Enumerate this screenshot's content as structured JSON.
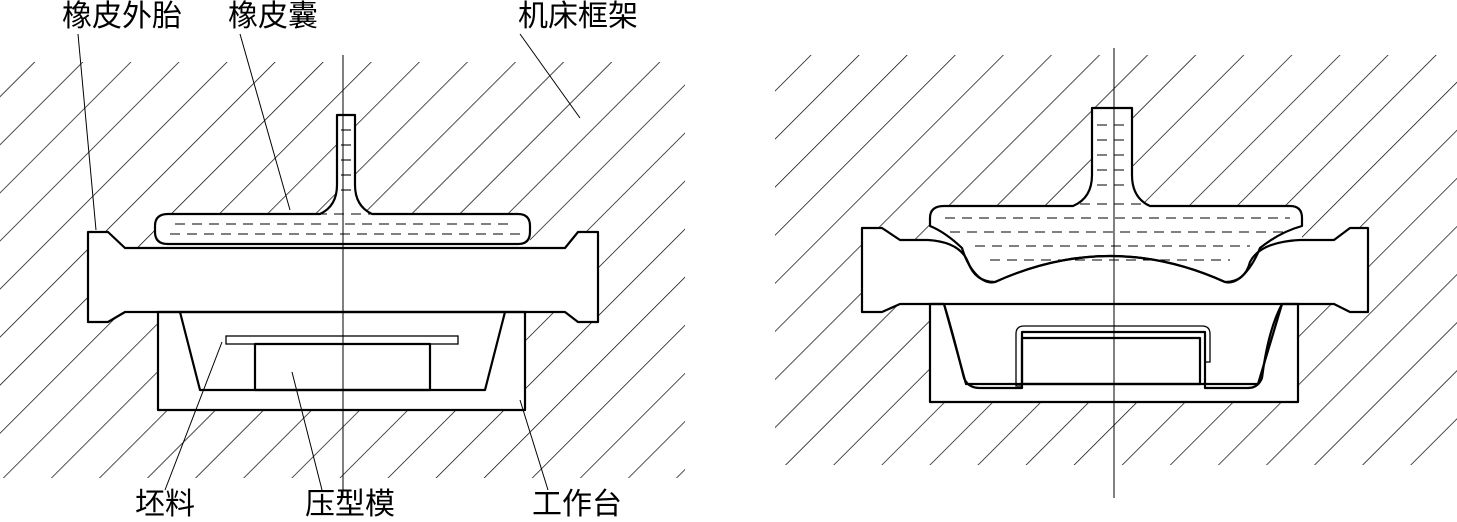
{
  "labels": {
    "outer_tire": "橡皮外胎",
    "rubber_bladder": "橡皮囊",
    "machine_frame": "机床框架",
    "blank": "坯料",
    "press_die": "压型模",
    "worktable": "工作台"
  }
}
